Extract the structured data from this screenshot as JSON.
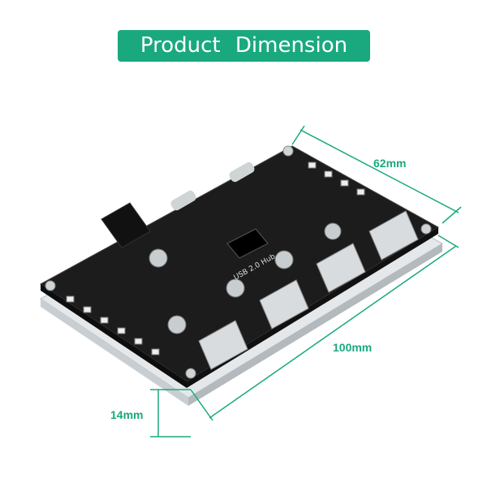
{
  "title": "Product Dimension",
  "dimensions": {
    "width": "62mm",
    "length": "100mm",
    "height": "14mm"
  },
  "colors": {
    "accent": "#1aa97f",
    "board": "#1c1c1c",
    "acrylic": "#d9dde0"
  },
  "board_silkscreen": "USB 2.0 Hub"
}
